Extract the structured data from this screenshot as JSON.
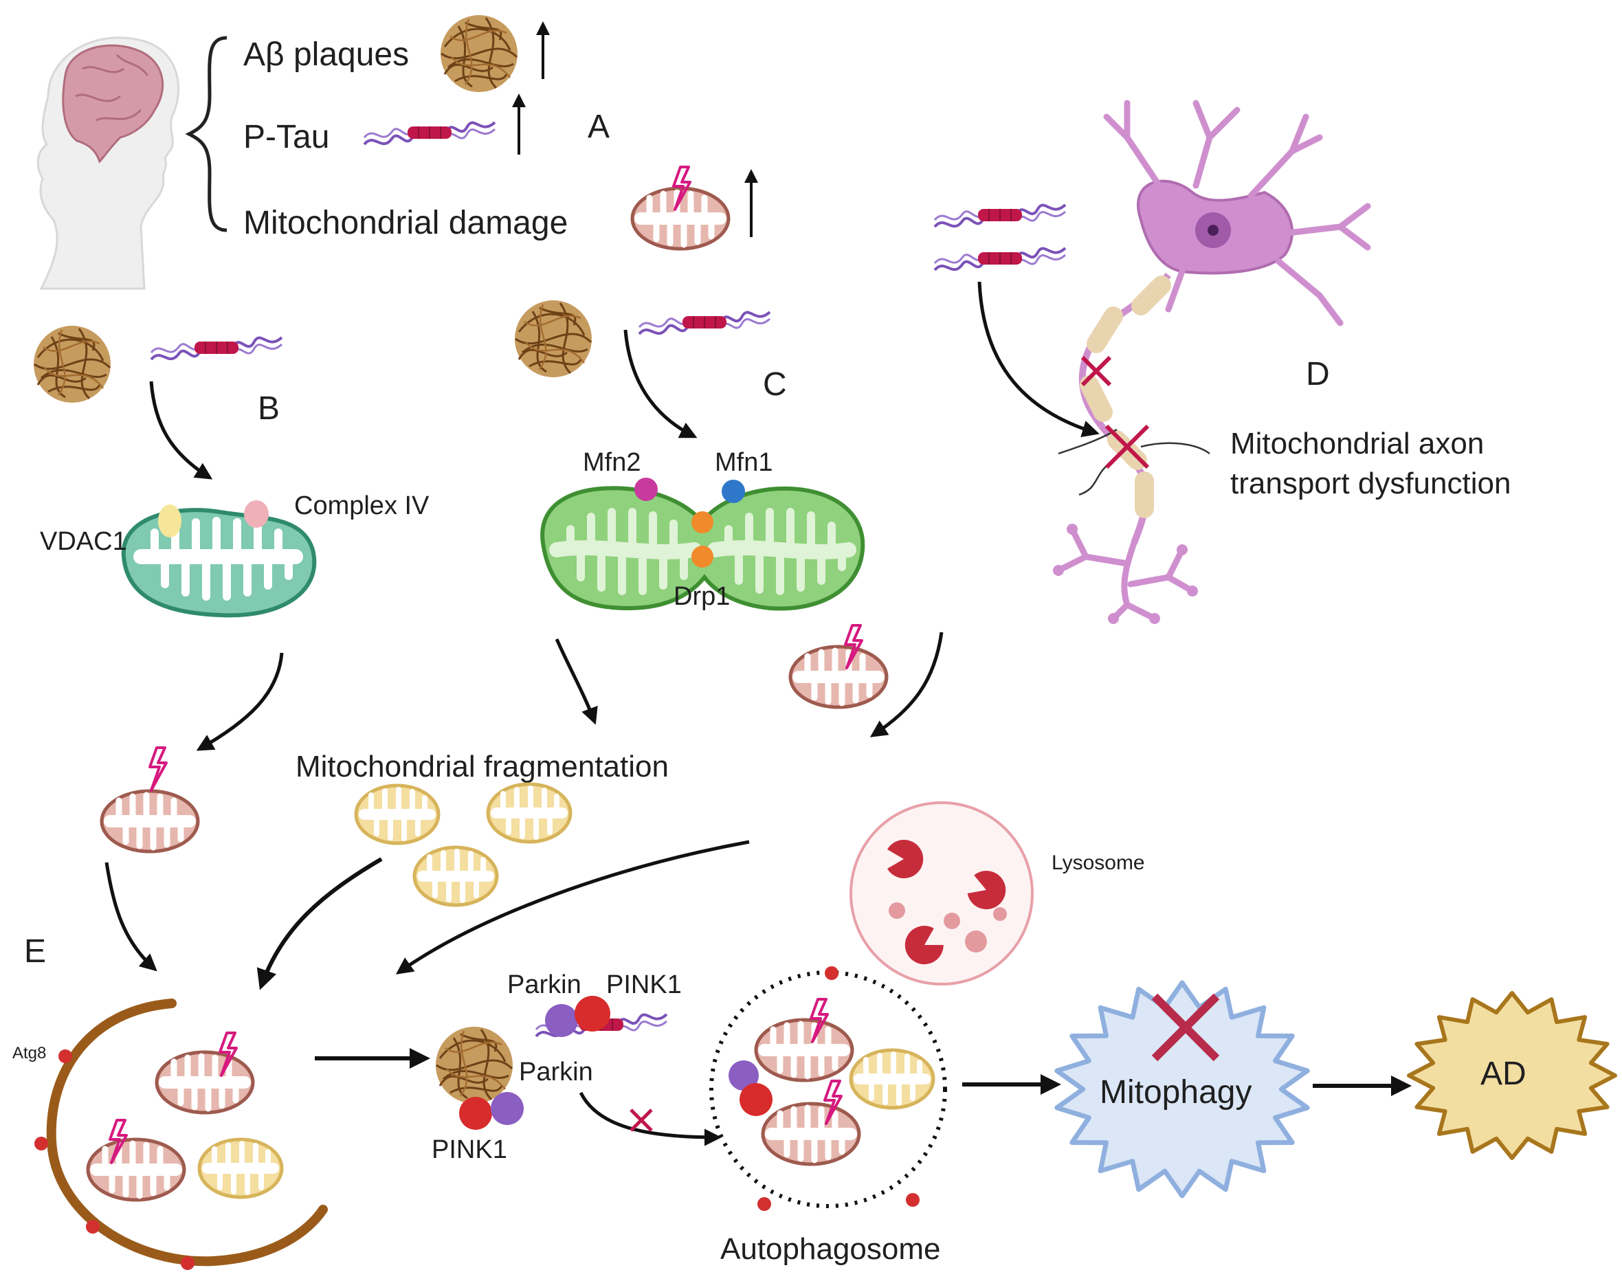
{
  "header": {
    "abeta": "Aβ plaques",
    "ptau": "P-Tau",
    "mito_damage": "Mitochondrial damage"
  },
  "panels": {
    "A": "A",
    "B": "B",
    "C": "C",
    "D": "D",
    "E": "E"
  },
  "labels": {
    "vdac1": "VDAC1",
    "complex4": "Complex IV",
    "mfn2": "Mfn2",
    "mfn1": "Mfn1",
    "drp1": "Drp1",
    "axon_line1": "Mitochondrial axon",
    "axon_line2": "transport dysfunction",
    "fragmentation": "Mitochondrial fragmentation",
    "lysosome": "Lysosome",
    "atg8": "Atg8",
    "parkin_top": "Parkin",
    "pink1_top": "PINK1",
    "parkin_mid": "Parkin",
    "pink1_bottom": "PINK1",
    "autophagosome": "Autophagosome",
    "mitophagy": "Mitophagy",
    "ad": "AD"
  },
  "colors": {
    "tau_red": "#c0174a",
    "tau_purple": "#7b52b8",
    "plaque_brown": "#8a5a24",
    "mito_damaged_fill": "#e6b7ae",
    "mito_damaged_stroke": "#9e5a4e",
    "mito_yellow_fill": "#f4deA0",
    "mito_teal_fill": "#7fcab1",
    "mito_green_fill": "#8fd17c",
    "neuron_pink": "#c98ac9",
    "lysosome_stroke": "#e8a0a8",
    "phagophore_brown": "#9a5b1a",
    "atg8_red": "#d32f2f",
    "pink1_red": "#d82b2b",
    "parkin_purple": "#8b5ec2",
    "mitophagy_fill": "#dbe6f6",
    "mitophagy_stroke": "#8fb0df",
    "ad_fill": "#f3dea2",
    "ad_stroke": "#a8761c",
    "lightning": "#d6197f"
  }
}
